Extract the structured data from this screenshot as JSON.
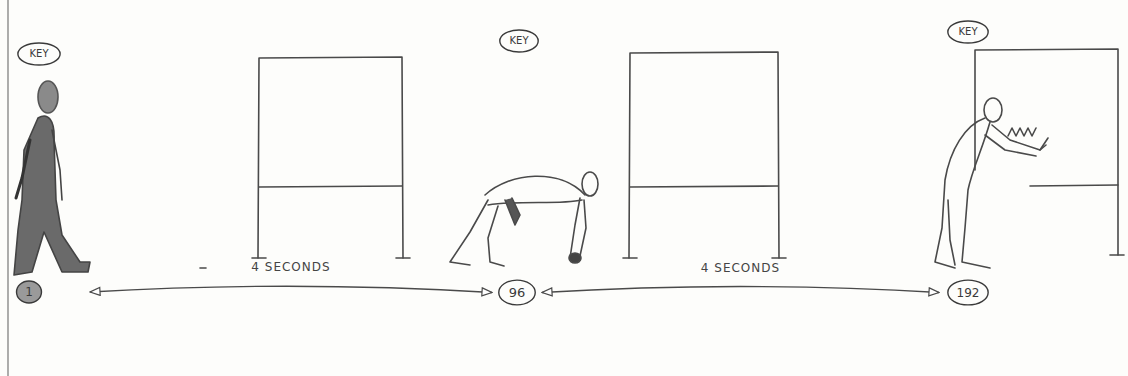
{
  "diagram": {
    "nodes": [
      {
        "text": [
          "KEY"
        ]
      },
      {
        "text": [
          "KEY"
        ]
      },
      {
        "text": [
          "KEY"
        ]
      },
      {
        "text": [
          "1"
        ]
      },
      {
        "text": [
          "96"
        ]
      },
      {
        "text": [
          "192"
        ]
      }
    ],
    "edges": [
      {
        "from": 3,
        "to": 4,
        "label": "4 SECONDS",
        "arrow": "both"
      },
      {
        "from": 4,
        "to": 5,
        "label": "4 SECONDS",
        "arrow": "both"
      }
    ]
  }
}
